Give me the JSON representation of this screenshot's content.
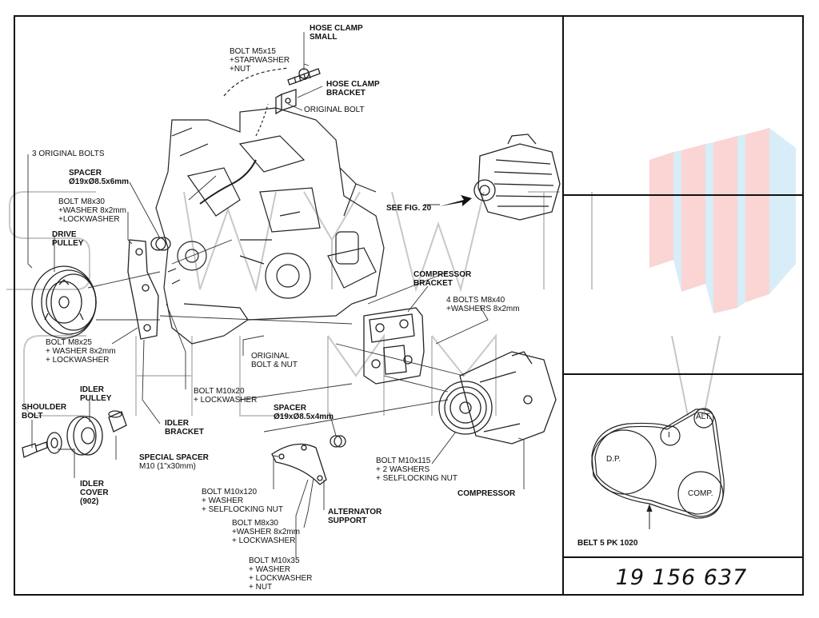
{
  "part_number": "19 156 637",
  "labels": {
    "hose_clamp_small": "HOSE CLAMP\nSMALL",
    "bolt_m5": "BOLT M5x15\n+STARWASHER\n+NUT",
    "hose_clamp_bracket": "HOSE CLAMP\nBRACKET",
    "original_bolt": "ORIGINAL BOLT",
    "three_original_bolts": "3 ORIGINAL BOLTS",
    "spacer_19x8_5x6": "SPACER\nØ19xØ8.5x6mm",
    "bolt_m8x30_upper": "BOLT M8x30\n+WASHER 8x2mm\n+LOCKWASHER",
    "drive_pulley": "DRIVE\nPULLEY",
    "see_fig": "SEE FIG. 20",
    "compressor_bracket": "COMPRESSOR\nBRACKET",
    "four_bolts": "4 BOLTS M8x40\n+WASHERS 8x2mm",
    "bolt_m8x25": "BOLT M8x25\n+ WASHER 8x2mm\n+ LOCKWASHER",
    "original_bolt_nut": "ORIGINAL\nBOLT & NUT",
    "bolt_m10x20": "BOLT M10x20\n+ LOCKWASHER",
    "idler_pulley": "IDLER\nPULLEY",
    "shoulder_bolt": "SHOULDER\nBOLT",
    "idler_bracket": "IDLER\nBRACKET",
    "spacer_19x8_5x4": "SPACER\nØ19xØ8.5x4mm",
    "special_spacer": "SPECIAL SPACER",
    "special_spacer_dim": "M10 (1\"x30mm)",
    "bolt_m10x115": "BOLT M10x115\n+ 2 WASHERS\n+ SELFLOCKING NUT",
    "idler_cover": "IDLER\nCOVER\n(902)",
    "compressor": "COMPRESSOR",
    "bolt_m10x120": "BOLT M10x120\n+ WASHER\n+ SELFLOCKING NUT",
    "alternator_support": "ALTERNATOR\nSUPPORT",
    "bolt_m8x30_lower": "BOLT M8x30\n+WASHER 8x2mm\n+ LOCKWASHER",
    "bolt_m10x35": "BOLT M10x35\n+ WASHER\n+ LOCKWASHER\n+ NUT"
  },
  "belt": {
    "label": "BELT 5 PK 1020",
    "dp": "D.P.",
    "idler": "I",
    "alt": "ALT.",
    "comp": "COMP."
  }
}
